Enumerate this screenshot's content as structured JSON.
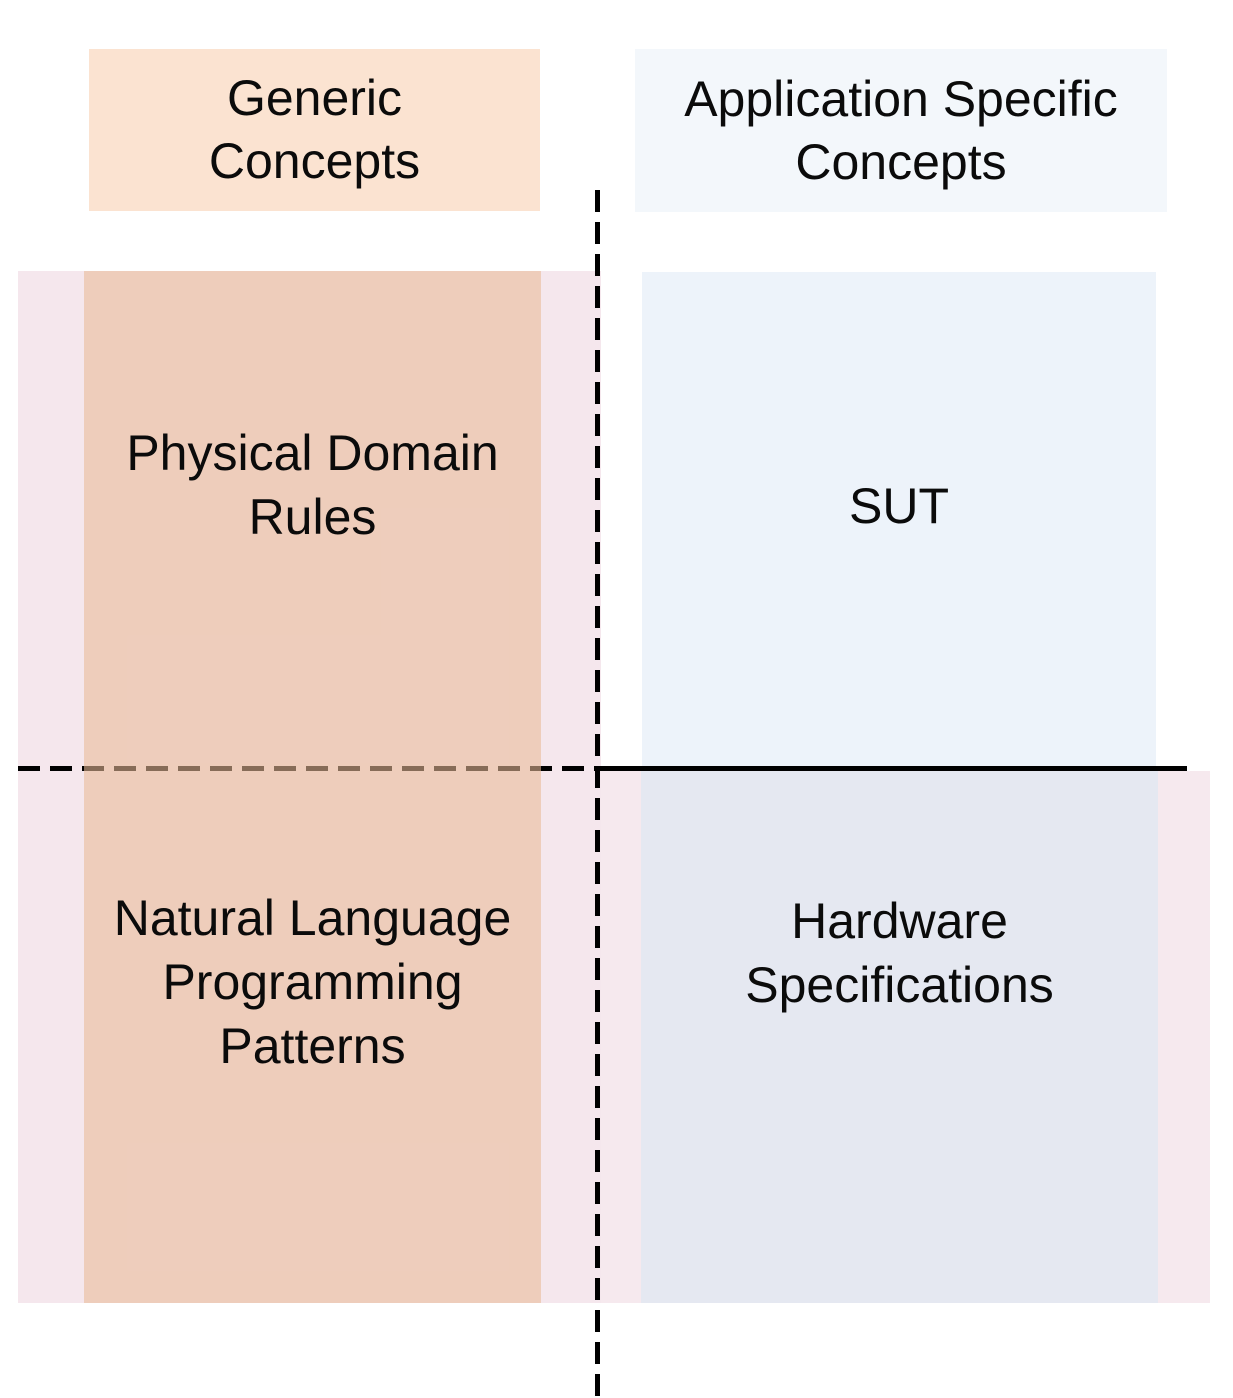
{
  "figure": {
    "title": "Generic vs application-specific concepts quadrant diagram",
    "headers": {
      "generic": "Generic\nConcepts",
      "application_specific": "Application Specific\nConcepts"
    },
    "quadrants": {
      "top_left": "Physical Domain\nRules",
      "top_right": "SUT",
      "bottom_left": "Natural Language\nProgramming\nPatterns",
      "bottom_right": "Hardware\nSpecifications"
    }
  },
  "colors": {
    "header_peach": "#fbe3d1",
    "header_blue": "#f3f7fb",
    "generic_column_peach_translucent": "rgba(233,186,152,0.58)",
    "band_pink_left": "#f5e7ed",
    "band_pink_right": "#f6e9ee",
    "sut_blue": "#edf3fa",
    "hardware_lavender": "#e5e8f1",
    "divider_black": "#000000",
    "text_black": "#0b0b0b"
  }
}
